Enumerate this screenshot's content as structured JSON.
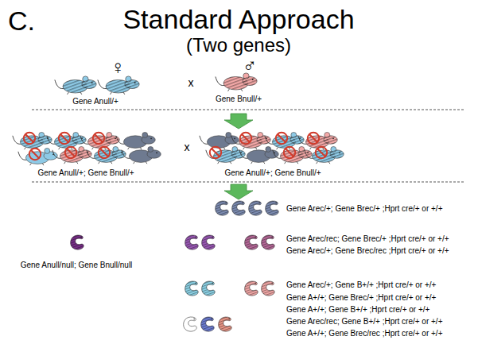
{
  "diagram": {
    "title": "Standard Approach",
    "labels": [
      "C.",
      "(Two genes)",
      "♀",
      "♂",
      "x",
      "Gene Anull/+",
      "Gene Bnull/+",
      "x",
      "Gene Anull/+; Gene Bnull/+",
      "Gene Anull/+; Gene Bnull/+",
      "Gene Arec/+; Gene Brec/+ ;Hprt cre/+ or +/+",
      "Gene Arec/rec; Gene Brec/+ ;Hprt cre/+ or +/+",
      "Gene Arec/+; Gene Brec/rec ;Hprt cre/+ or +/+",
      "Gene Anull/null; Gene Bnull/null",
      "Gene Arec/+; Gene B+/+ ;Hprt cre/+ or +/+",
      "Gene A+/+; Gene Brec/+ ;Hprt cre/+ or +/+",
      "Gene A+/+; Gene B+/+ ;Hprt cre/+ or +/+",
      "Gene Arec/rec; Gene B+/+ ;Hprt cre/+ or +/+",
      "Gene A+/+; Gene Brec/rec ;Hprt cre/+ or +/+"
    ]
  }
}
